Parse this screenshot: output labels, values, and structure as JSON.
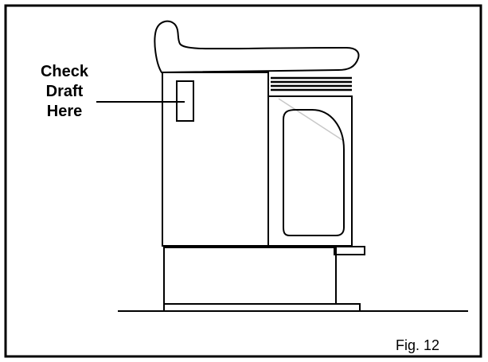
{
  "callout": {
    "lines": [
      "Check",
      "Draft",
      "Here"
    ]
  },
  "caption": "Fig. 12",
  "colors": {
    "stroke": "#000000",
    "background": "#ffffff",
    "accent_line": "#c8c8c8"
  }
}
